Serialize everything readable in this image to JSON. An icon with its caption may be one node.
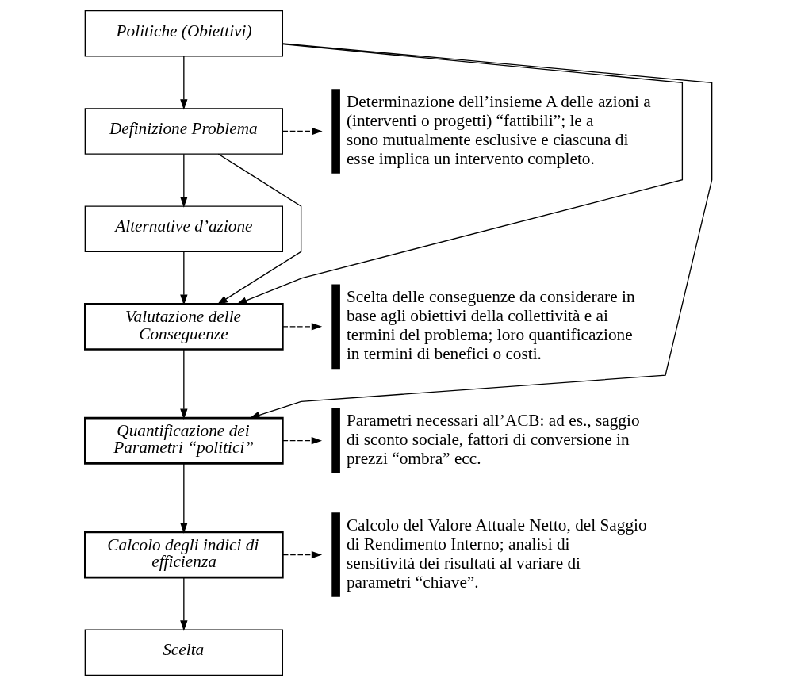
{
  "diagram": {
    "nodes": [
      {
        "text": [
          "Politiche (Obiettivi)"
        ]
      },
      {
        "text": [
          "Definizione Problema"
        ]
      },
      {
        "text": [
          "Alternative d’azione"
        ]
      },
      {
        "text": [
          "Valutazione delle Conseguenze"
        ]
      },
      {
        "text": [
          "Quantificazione dei Parametri “politici”"
        ]
      },
      {
        "text": [
          "Calcolo degli indici di efficienza"
        ]
      },
      {
        "text": [
          "Scelta"
        ]
      },
      {
        "text": [
          "Determinazione dell’insieme A delle azioni a (interventi o progetti) “fattibili”; le a sono mutualmente esclusive e ciascuna di esse implica un intervento completo."
        ]
      },
      {
        "text": [
          "Scelta delle conseguenze da considerare in base agli obiettivi della collettività e ai termini del problema; loro quantificazione in termini di benefici o costi."
        ]
      },
      {
        "text": [
          "Parametri necessari all’ACB: ad es., saggio di sconto sociale, fattori di conversione in prezzi “ombra” ecc."
        ]
      },
      {
        "text": [
          "Calcolo del Valore Attuale Netto, del Saggio di Rendimento Interno; analisi di sensitività dei risultati al variare di parametri “chiave”."
        ]
      }
    ],
    "edges": [
      {
        "from": 0,
        "to": 1,
        "arrow": "to"
      },
      {
        "from": 1,
        "to": 2,
        "arrow": "to"
      },
      {
        "from": 2,
        "to": 3,
        "arrow": "to"
      },
      {
        "from": 0,
        "to": 3,
        "arrow": "to"
      },
      {
        "from": 1,
        "to": 3,
        "arrow": "to"
      },
      {
        "from": 0,
        "to": 4,
        "arrow": "to"
      },
      {
        "from": 3,
        "to": 4,
        "arrow": "to"
      },
      {
        "from": 4,
        "to": 5,
        "arrow": "to"
      },
      {
        "from": 5,
        "to": 6,
        "arrow": "to"
      },
      {
        "from": 1,
        "to": 7,
        "arrow": "to",
        "style": "dashed"
      },
      {
        "from": 3,
        "to": 8,
        "arrow": "to",
        "style": "dashed"
      },
      {
        "from": 4,
        "to": 9,
        "arrow": "to",
        "style": "dashed"
      },
      {
        "from": 5,
        "to": 10,
        "arrow": "to",
        "style": "dashed"
      }
    ]
  }
}
